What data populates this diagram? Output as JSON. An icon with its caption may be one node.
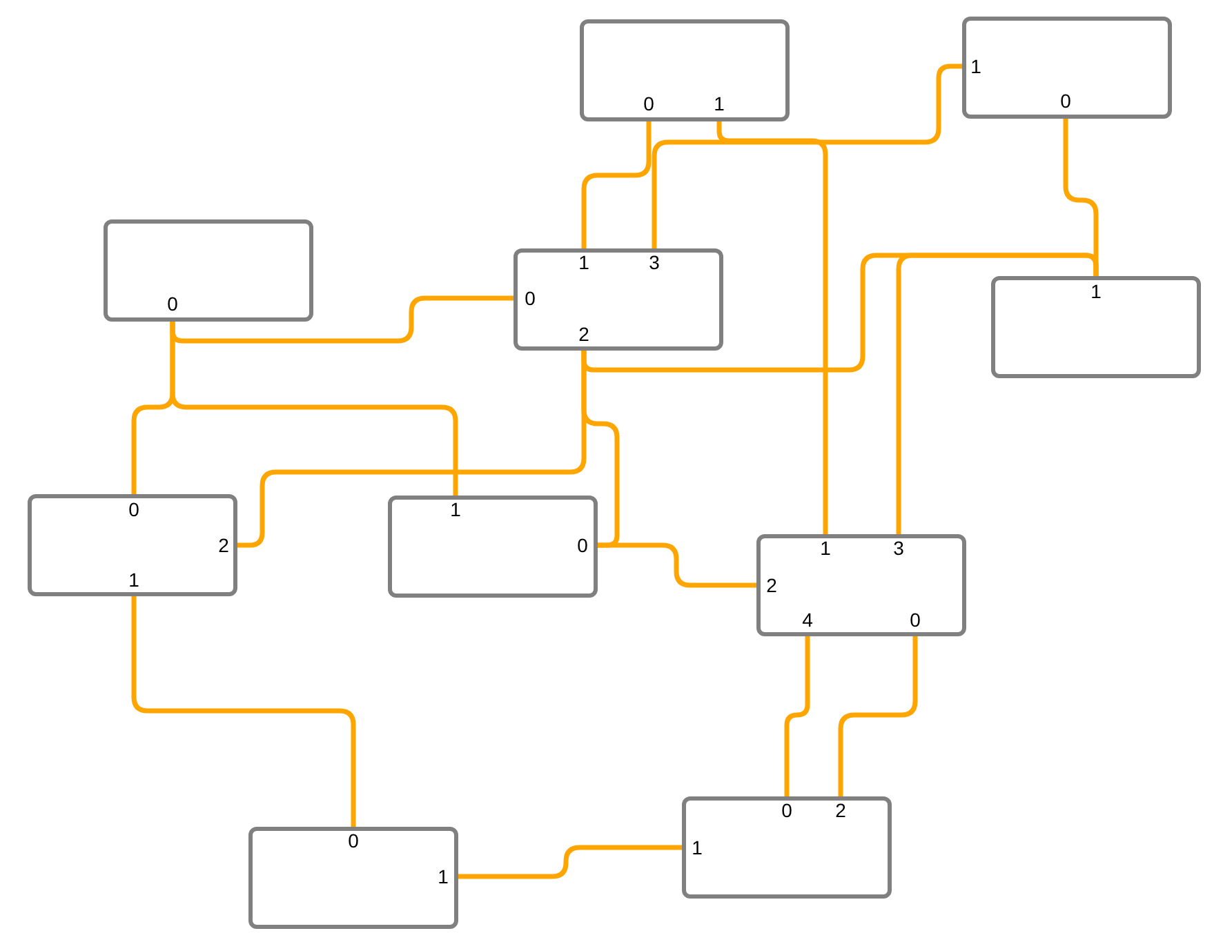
{
  "diagram": {
    "nodes": [
      {
        "text": [
          "0",
          "1"
        ]
      },
      {
        "text": [
          "1",
          "0"
        ]
      },
      {
        "text": [
          "0"
        ]
      },
      {
        "text": [
          "1",
          "3",
          "0",
          "2"
        ]
      },
      {
        "text": [
          "1"
        ]
      },
      {
        "text": [
          "0",
          "2",
          "1"
        ]
      },
      {
        "text": [
          "1",
          "0"
        ]
      },
      {
        "text": [
          "1",
          "3",
          "2",
          "4",
          "0"
        ]
      },
      {
        "text": [
          "0",
          "1"
        ]
      },
      {
        "text": [
          "0",
          "2",
          "1"
        ]
      }
    ],
    "edges": [
      {
        "from": 0,
        "to": 3,
        "arrow": "none"
      },
      {
        "from": 0,
        "to": 7,
        "arrow": "none"
      },
      {
        "from": 1,
        "to": 3,
        "arrow": "none"
      },
      {
        "from": 1,
        "to": 4,
        "arrow": "none"
      },
      {
        "from": 4,
        "to": 3,
        "arrow": "none"
      },
      {
        "from": 4,
        "to": 7,
        "arrow": "none"
      },
      {
        "from": 2,
        "to": 3,
        "arrow": "none"
      },
      {
        "from": 2,
        "to": 5,
        "arrow": "none"
      },
      {
        "from": 2,
        "to": 6,
        "arrow": "none"
      },
      {
        "from": 3,
        "to": 5,
        "arrow": "none"
      },
      {
        "from": 3,
        "to": 6,
        "arrow": "none"
      },
      {
        "from": 6,
        "to": 7,
        "arrow": "none"
      },
      {
        "from": 5,
        "to": 8,
        "arrow": "none"
      },
      {
        "from": 8,
        "to": 9,
        "arrow": "none"
      },
      {
        "from": 7,
        "to": 9,
        "arrow": "none"
      },
      {
        "from": 7,
        "to": 9,
        "arrow": "none"
      }
    ]
  }
}
